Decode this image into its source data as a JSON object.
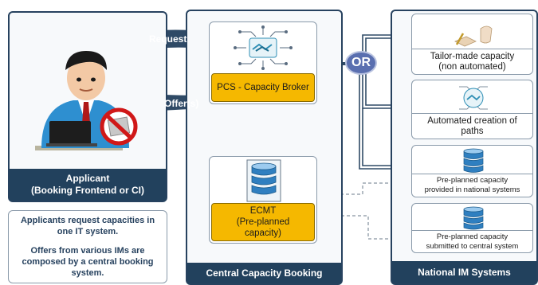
{
  "applicant": {
    "footer_line1": "Applicant",
    "footer_line2": "(Booking Frontend or CI)",
    "note_line1": "Applicants request capacities in one IT system.",
    "note_line2": "Offers from various IMs are composed by a central booking system."
  },
  "central": {
    "footer": "Central Capacity Booking",
    "pcs_label": "PCS - Capacity Broker",
    "ecmt_line1": "ECMT",
    "ecmt_line2": "(Pre-planned",
    "ecmt_line3": "capacity)"
  },
  "arrows": {
    "request": "Request",
    "offers": "Offer(s)",
    "or": "OR"
  },
  "national": {
    "footer": "National IM Systems",
    "items": [
      {
        "line1": "Tailor-made capacity",
        "line2": "(non automated)"
      },
      {
        "line1": "Automated creation of",
        "line2": "paths"
      },
      {
        "line1": "Pre-planned capacity",
        "line2": "provided in national systems"
      },
      {
        "line1": "Pre-planned capacity",
        "line2": "submitted to central system"
      }
    ]
  },
  "colors": {
    "navy": "#22415d",
    "broker_yellow": "#f5b800",
    "or_purple": "#5a6fb0"
  }
}
